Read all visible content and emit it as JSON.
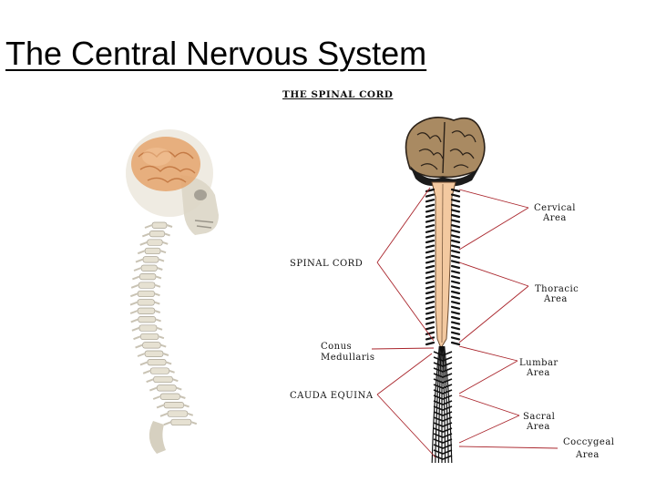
{
  "slide": {
    "title": "The Central Nervous System"
  },
  "diagram": {
    "title": "THE SPINAL CORD",
    "left_labels": {
      "spinal_cord": "SPINAL CORD",
      "conus_line1": "Conus",
      "conus_line2": "Medullaris",
      "cauda_equina": "CAUDA EQUINA"
    },
    "right_labels": {
      "cervical_line1": "Cervical",
      "cervical_line2": "Area",
      "thoracic_line1": "Thoracic",
      "thoracic_line2": "Area",
      "lumbar_line1": "Lumbar",
      "lumbar_line2": "Area",
      "sacral_line1": "Sacral",
      "sacral_line2": "Area",
      "coccygeal_line1": "Coccygeal",
      "coccygeal_line2": "Area"
    },
    "colors": {
      "brain": "#a98a62",
      "cord": "#f3c9a0",
      "pointer": "#a9242b",
      "skull": "#e8e3d6",
      "brain_3d": "#e0a06a"
    }
  }
}
